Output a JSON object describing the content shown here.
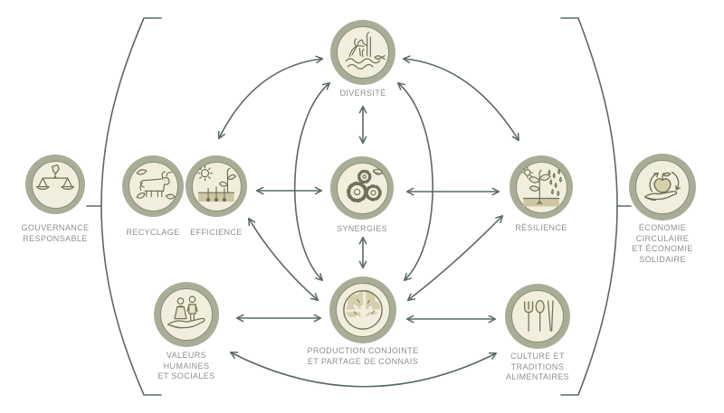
{
  "diagram": {
    "type": "concept-network",
    "language": "fr",
    "colors": {
      "ring": "#a9ad98",
      "badge_fill": "#f2eedd",
      "badge_edge": "#8a8e74",
      "arrow": "#5a6a5e",
      "label": "#8e918b",
      "icon_stroke": "#6e7258",
      "icon_fill_dark": "#d6cfac",
      "icon_fill_light": "#e9e4cb",
      "soil_fill": "#cdc6a0"
    },
    "nodes": {
      "gouvernance": {
        "label": "GOUVERNANCE\nRESPONSABLE",
        "icon": "balance-scale-icon"
      },
      "recyclage": {
        "label": "RECYCLAGE",
        "icon": "cow-leaves-icon"
      },
      "efficience": {
        "label": "EFFICIENCE",
        "icon": "sun-seedlings-icon"
      },
      "diversite": {
        "label": "DIVERSITÉ",
        "icon": "ecosystem-deer-fish-icon"
      },
      "synergies": {
        "label": "SYNERGIES",
        "icon": "gears-leaf-icon"
      },
      "resilience": {
        "label": "RÉSILIENCE",
        "icon": "plant-rain-icon"
      },
      "economie": {
        "label": "ÉCONOMIE\nCIRCULAIRE\nET ÉCONOMIE\nSOLIDAIRE",
        "icon": "apple-hand-cycle-icon"
      },
      "valeurs": {
        "label": "VALEURS\nHUMAINES\nET SOCIALES",
        "icon": "people-on-hand-icon"
      },
      "production": {
        "label": "PRODUCTION CONJOINTE\nET PARTAGE DE CONNAIS",
        "icon": "tree-window-icon"
      },
      "culture": {
        "label": "CULTURE ET\nTRADITIONS\nALIMENTAIRES",
        "icon": "cutlery-icon"
      }
    },
    "edges": [
      {
        "a": "diversite",
        "b": "synergies",
        "bidirectional": true,
        "shape": "straight"
      },
      {
        "a": "synergies",
        "b": "production",
        "bidirectional": true,
        "shape": "straight"
      },
      {
        "a": "efficience",
        "b": "synergies",
        "bidirectional": true,
        "shape": "straight"
      },
      {
        "a": "synergies",
        "b": "resilience",
        "bidirectional": true,
        "shape": "straight"
      },
      {
        "a": "valeurs",
        "b": "production",
        "bidirectional": true,
        "shape": "straight"
      },
      {
        "a": "production",
        "b": "culture",
        "bidirectional": true,
        "shape": "straight"
      },
      {
        "a": "diversite",
        "b": "efficience",
        "bidirectional": true,
        "shape": "curved"
      },
      {
        "a": "diversite",
        "b": "resilience",
        "bidirectional": true,
        "shape": "curved"
      },
      {
        "a": "diversite",
        "b": "production",
        "bidirectional": true,
        "shape": "curved",
        "side": "left"
      },
      {
        "a": "diversite",
        "b": "production",
        "bidirectional": true,
        "shape": "curved",
        "side": "right"
      },
      {
        "a": "efficience",
        "b": "production",
        "bidirectional": true,
        "shape": "curved"
      },
      {
        "a": "resilience",
        "b": "production",
        "bidirectional": true,
        "shape": "curved"
      },
      {
        "a": "valeurs",
        "b": "culture",
        "bidirectional": true,
        "shape": "curved"
      }
    ],
    "brackets": {
      "left_node": "gouvernance",
      "right_node": "economie"
    }
  }
}
